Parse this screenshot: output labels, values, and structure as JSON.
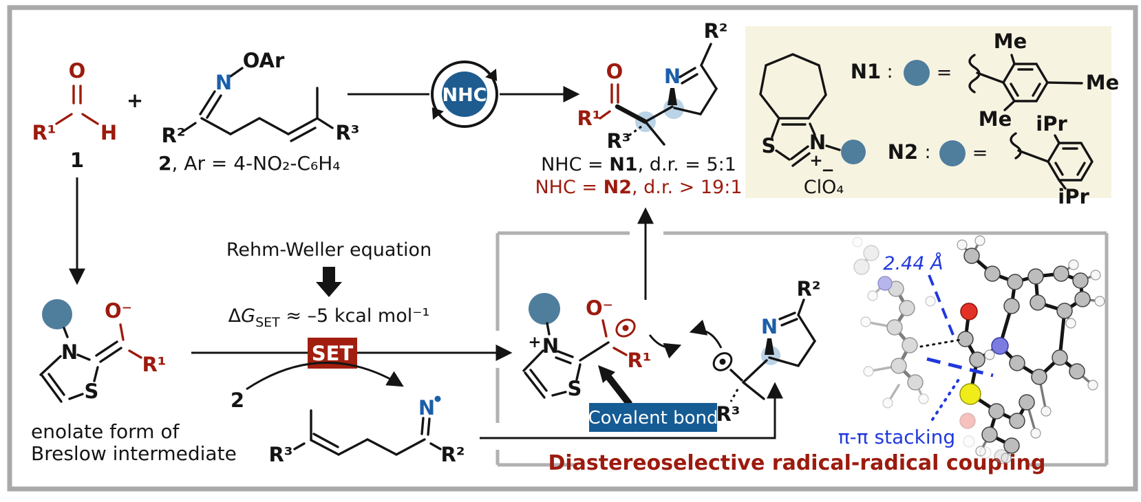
{
  "colors": {
    "dark_red": "#9C1B0E",
    "atom_blue": "#1B5FAA",
    "steel_circle": "#4F7E9D",
    "highlight_blue": "#AFCBE2",
    "cream_panel": "#F7F3E1",
    "set_box": "#A21F0F",
    "covalent_box": "#155B94",
    "annotation_blue": "#2038DC",
    "gray_border": "#A9A9A9"
  },
  "reactant1": {
    "o": "O",
    "r1": "R¹",
    "h": "H",
    "number": "1"
  },
  "plus_sign": "+",
  "reactant2": {
    "oar": "OAr",
    "n": "N",
    "r2": "R²",
    "r3": "R³",
    "number": "2",
    "ar_note": ", Ar = 4-NO₂-C₆H₄"
  },
  "nhc_badge": {
    "label": "NHC"
  },
  "product": {
    "o": "O",
    "r1": "R¹",
    "r3": "R³",
    "n": "N",
    "r2": "R²"
  },
  "dr_results": {
    "line1": {
      "prefix": "NHC = ",
      "catalyst": "N1",
      "result": ", d.r. = 5:1"
    },
    "line2": {
      "prefix": "NHC = ",
      "catalyst": "N2",
      "result": ", d.r. > 19:1"
    }
  },
  "catalyst_box": {
    "s": "S",
    "n": "N",
    "plus": "+",
    "minus": "−",
    "counterion": "ClO₄",
    "n1": {
      "name": "N1",
      "colon": ":",
      "equals": "=",
      "me_top": "Me",
      "me_right": "Me",
      "me_bottom": "Me"
    },
    "n2": {
      "name": "N2",
      "colon": ":",
      "equals": "=",
      "ipr_top": "iPr",
      "ipr_bottom": "iPr"
    }
  },
  "breslow": {
    "n": "N",
    "s": "S",
    "o_minus": "O⁻",
    "r1": "R¹",
    "caption_line1": "enolate form of",
    "caption_line2": "Breslow intermediate"
  },
  "set_step": {
    "equation": "Rehm-Weller equation",
    "dg_delta": "Δ",
    "dg_g": "G",
    "dg_sub": "SET",
    "dg_value": " ≈ –5 kcal mol⁻¹",
    "set_label": "SET",
    "from_compound": "2"
  },
  "iminyl_radical": {
    "r3": "R³",
    "n": "N",
    "r2": "R²"
  },
  "coupling": {
    "ketyl": {
      "plus": "+",
      "n": "N",
      "s": "S",
      "o_minus": "O⁻",
      "r1": "R¹"
    },
    "covalent_bond_label": "Covalent bond",
    "alkyl_radical": {
      "n": "N",
      "r2": "R²",
      "r3": "R³"
    },
    "distance_label": "2.44 Å",
    "stacking_label": "π-π stacking",
    "caption": "Diastereoselective radical-radical coupling"
  }
}
